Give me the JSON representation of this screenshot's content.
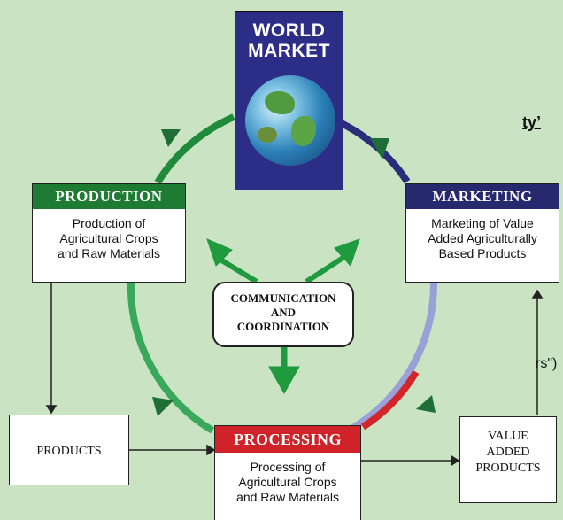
{
  "fragments": {
    "top_left": "ty’",
    "mid_left": "rs\")"
  },
  "world_market": {
    "line1": "WORLD",
    "line2": "MARKET"
  },
  "production": {
    "header": "PRODUCTION",
    "line1": "Production of",
    "line2": "Agricultural Crops",
    "line3": "and Raw Materials"
  },
  "marketing": {
    "header": "MARKETING",
    "line1": "Marketing of Value",
    "line2": "Added Agriculturally",
    "line3": "Based Products"
  },
  "communication": {
    "line1": "COMMUNICATION",
    "line2": "AND",
    "line3": "COORDINATION"
  },
  "processing": {
    "header": "PROCESSING",
    "line1": "Processing of",
    "line2": "Agricultural Crops",
    "line3": "and Raw Materials"
  },
  "products": {
    "label": "PRODUCTS"
  },
  "value_added": {
    "line1": "VALUE",
    "line2": "ADDED",
    "line3": "PRODUCTS"
  },
  "colors": {
    "background": "#c9e3c3",
    "green": "#1f8a3a",
    "navy": "#2a2e7a",
    "red": "#d2262b",
    "dark_green": "#1e6e35"
  }
}
